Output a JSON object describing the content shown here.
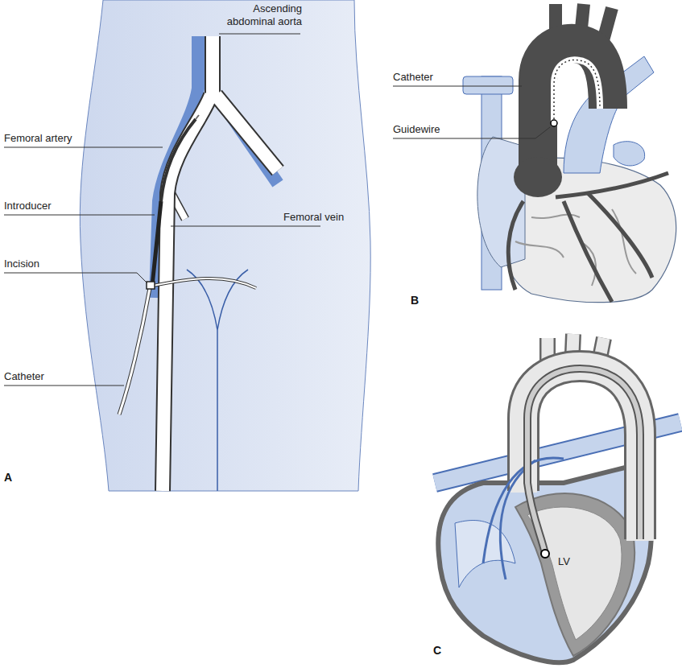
{
  "diagram": {
    "labels": [
      "Ascending abdominal aorta",
      "Catheter",
      "Femoral artery",
      "Guidewire",
      "Introducer",
      "Femoral vein",
      "Incision",
      "Catheter",
      "B",
      "A",
      "LV",
      "C"
    ]
  }
}
